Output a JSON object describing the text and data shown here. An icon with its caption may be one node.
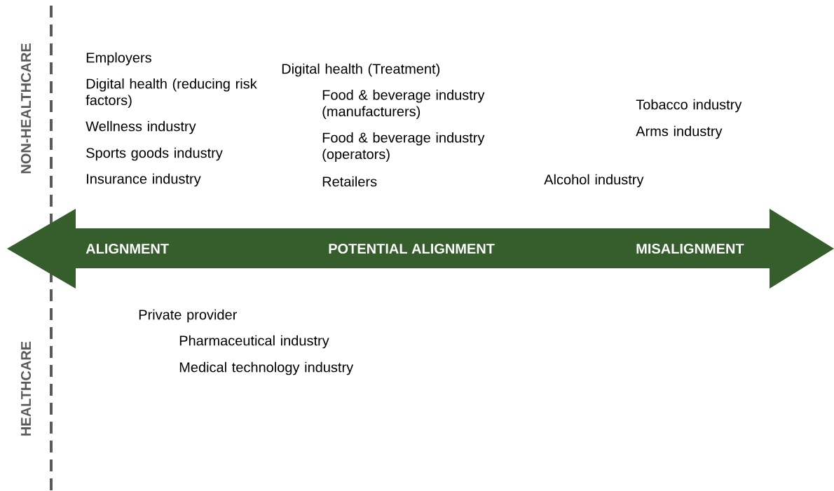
{
  "diagram": {
    "nodes": [
      {
        "text": [
          "ALIGNMENT",
          "POTENTIAL ALIGNMENT",
          "MISALIGNMENT"
        ]
      }
    ],
    "labels": [
      "NON-HEALTHCARE",
      "Employers",
      "Digital health (reducing risk factors)",
      "Wellness industry",
      "Sports goods industry",
      "Insurance industry",
      "Digital health (Treatment)",
      "Food & beverage industry (manufacturers)",
      "Food & beverage industry (operators)",
      "Retailers",
      "Tobacco industry",
      "Arms industry",
      "Alcohol industry",
      "HEALTHCARE",
      "Private provider",
      "Pharmaceutical industry",
      "Medical technology industry"
    ]
  }
}
